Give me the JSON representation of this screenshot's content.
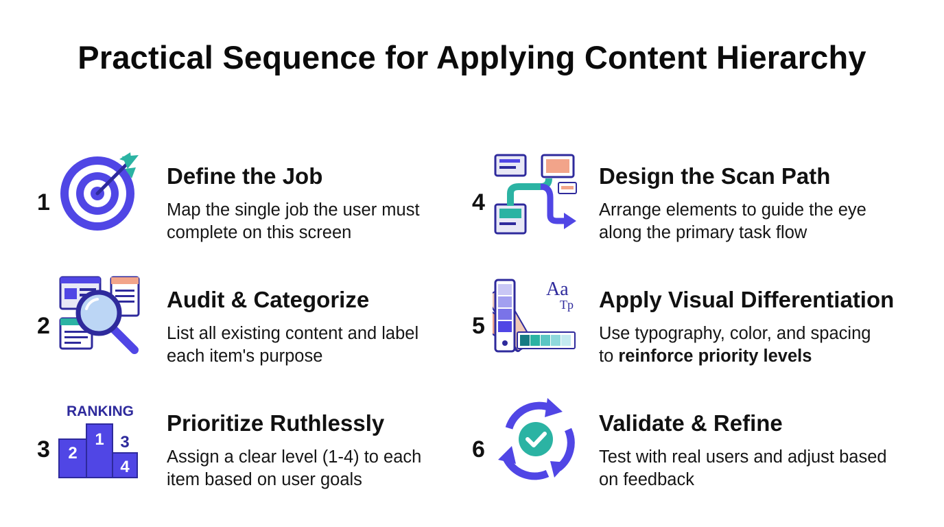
{
  "title": "Practical Sequence for Applying Content Hierarchy",
  "colors": {
    "accent": "#5046e5",
    "accent_dark": "#2e2a9c",
    "teal": "#2bb3a3",
    "coral": "#f2a48a",
    "light": "#e8e8f6"
  },
  "steps": [
    {
      "number": "1",
      "icon": "target-icon",
      "title": "Define the Job",
      "desc": "Map the single job the user must complete on this screen"
    },
    {
      "number": "2",
      "icon": "audit-magnifier-icon",
      "title": "Audit & Categorize",
      "desc": "List all existing content and label each item's purpose"
    },
    {
      "number": "3",
      "icon": "ranking-podium-icon",
      "title": "Prioritize Ruthlessly",
      "desc": "Assign a clear level (1-4) to each item based on user goals",
      "icon_label": "RANKING",
      "podium": [
        "1",
        "2",
        "3",
        "4"
      ]
    },
    {
      "number": "4",
      "icon": "scan-path-icon",
      "title": "Design the Scan Path",
      "desc": "Arrange elements to guide the eye along the primary task flow"
    },
    {
      "number": "5",
      "icon": "swatch-palette-icon",
      "title": "Apply Visual Differentiation",
      "desc_prefix": "Use typography, color, and spacing to ",
      "desc_bold": "reinforce priority levels",
      "icon_text_a": "Aa",
      "icon_text_b": "Tp"
    },
    {
      "number": "6",
      "icon": "refresh-check-icon",
      "title": "Validate & Refine",
      "desc": "Test with real users and adjust based on feedback"
    }
  ]
}
